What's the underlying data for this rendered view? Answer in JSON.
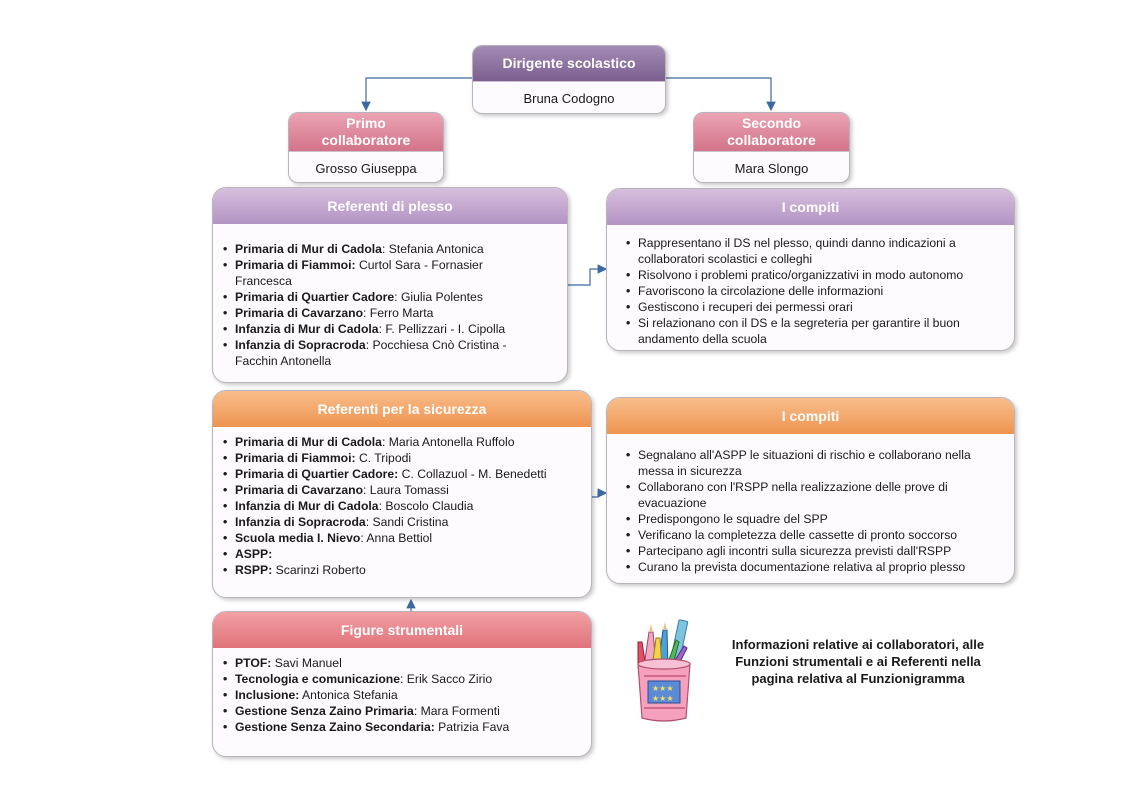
{
  "dirigente": {
    "title": "Dirigente scolastico",
    "name": "Bruna Codogno"
  },
  "primo": {
    "title": "Primo collaboratore",
    "name": "Grosso Giuseppa"
  },
  "secondo": {
    "title": "Secondo collaboratore",
    "name": "Mara Slongo"
  },
  "referenti_plesso": {
    "title": "Referenti di plesso",
    "items": [
      {
        "bold": "Primaria di Mur di Cadola",
        "rest": ": Stefania Antonica"
      },
      {
        "bold": "Primaria di Fiammoi:",
        "rest": " Curtol Sara - Fornasier Francesca"
      },
      {
        "bold": "Primaria di Quartier Cadore",
        "rest": ": Giulia Polentes"
      },
      {
        "bold": "Primaria di Cavarzano",
        "rest": ": Ferro Marta"
      },
      {
        "bold": "Infanzia di Mur di Cadola",
        "rest": ": F. Pellizzari - I. Cipolla"
      },
      {
        "bold": "Infanzia di Sopracroda",
        "rest": ": Pocchiesa Cnò Cristina - Facchin Antonella"
      }
    ]
  },
  "compiti_plesso": {
    "title": "I compiti",
    "items": [
      "Rappresentano il DS nel plesso, quindi danno indicazioni a collaboratori scolastici e colleghi",
      "Risolvono i problemi pratico/organizzativi in modo autonomo",
      "Favoriscono la circolazione delle informazioni",
      "Gestiscono i recuperi dei permessi orari",
      "Si relazionano con il DS e la segreteria per garantire il buon andamento della scuola"
    ]
  },
  "referenti_sicurezza": {
    "title": "Referenti per la sicurezza",
    "items": [
      {
        "bold": "Primaria di Mur di Cadola",
        "rest": ": Maria Antonella Ruffolo"
      },
      {
        "bold": "Primaria di Fiammoi:",
        "rest": " C. Tripodi"
      },
      {
        "bold": "Primaria di Quartier Cadore:",
        "rest": " C. Collazuol - M. Benedetti"
      },
      {
        "bold": "Primaria di Cavarzano",
        "rest": ": Laura Tomassi"
      },
      {
        "bold": "Infanzia di Mur di Cadola",
        "rest": ": Boscolo Claudia"
      },
      {
        "bold": "Infanzia di Sopracroda",
        "rest": ": Sandi Cristina"
      },
      {
        "bold": "Scuola media I. Nievo",
        "rest": ": Anna Bettiol"
      },
      {
        "bold": "ASPP:",
        "rest": ""
      },
      {
        "bold": "RSPP:",
        "rest": " Scarinzi Roberto"
      }
    ]
  },
  "compiti_sicurezza": {
    "title": "I compiti",
    "items": [
      "Segnalano all'ASPP le situazioni di rischio e collaborano nella messa in sicurezza",
      "Collaborano con l'RSPP nella realizzazione delle prove di evacuazione",
      "Predispongono le squadre del SPP",
      "Verificano la completezza delle cassette di pronto soccorso",
      "Partecipano agli incontri sulla sicurezza previsti dall'RSPP",
      "Curano la prevista documentazione relativa al proprio plesso"
    ]
  },
  "figure_strumentali": {
    "title": "Figure strumentali",
    "items": [
      {
        "bold": "PTOF:",
        "rest": " Savi Manuel"
      },
      {
        "bold": "Tecnologia e comunicazione",
        "rest": ": Erik Sacco Zirio"
      },
      {
        "bold": "Inclusione:",
        "rest": " Antonica Stefania"
      },
      {
        "bold": "Gestione Senza Zaino Primaria",
        "rest": ": Mara Formenti"
      },
      {
        "bold": "Gestione Senza Zaino Secondaria:",
        "rest": " Patrizia Fava"
      }
    ]
  },
  "note": "Informazioni relative ai collaboratori, alle Funzioni strumentali e ai Referenti nella pagina relativa al Funzionigramma",
  "icon": "pencil-cup-icon"
}
